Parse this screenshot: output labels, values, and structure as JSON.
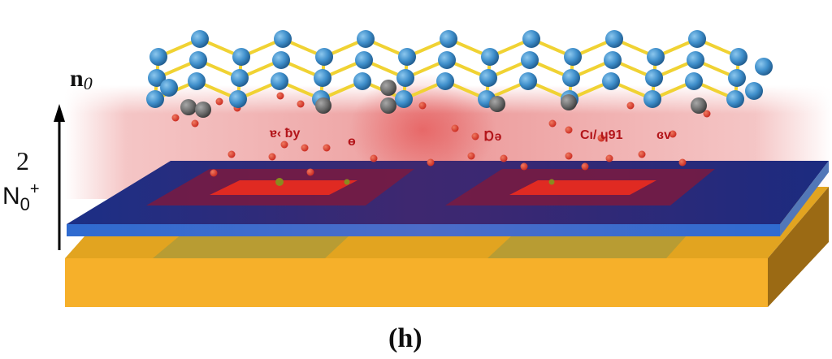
{
  "figure": {
    "panel_label": "(h)",
    "labels": {
      "top_vector": "n",
      "top_vector_sub": "0",
      "axis_number": "2",
      "axis_symbol": "N",
      "axis_symbol_sub": "0",
      "axis_symbol_sup": "+"
    },
    "annotations": [
      "ɐ‹ ƀy",
      "ө",
      "Ɒə",
      "Cı/ ɥ91",
      "ɞv"
    ],
    "colors": {
      "atom_blue": "#3f8fcb",
      "atom_gray": "#6b6b6b",
      "bond_yellow": "#f0d233",
      "ion_red": "#d9352a",
      "glow_red": "#e0393a",
      "slab_top": "#1d2d7a",
      "slab_edge": "#3a6fd1",
      "patch_dark": "#7a1a40",
      "patch_bright": "#e02a22",
      "substrate_top": "#e2a420",
      "substrate_front": "#f6b02a",
      "substrate_side": "#9b6a14",
      "arrow": "#000000"
    }
  }
}
